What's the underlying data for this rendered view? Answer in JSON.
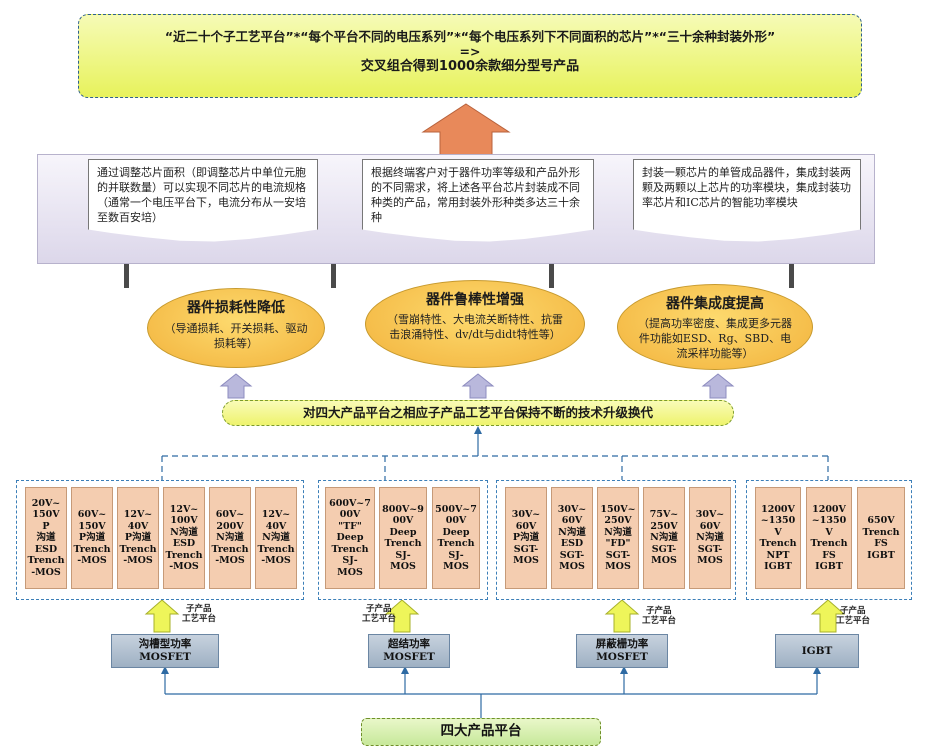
{
  "top_box": {
    "line1": "“近二十个子工艺平台”*“每个平台不同的电压系列”*“每个电压系列下不同面积的芯片”*“三十余种封装外形”",
    "line2": "=>",
    "line3": "交叉组合得到1000余款细分型号产品"
  },
  "notes": [
    {
      "text": "通过调整芯片面积（即调整芯片中单位元胞的并联数量）可以实现不同芯片的电流规格（通常一个电压平台下，电流分布从一安培至数百安培）"
    },
    {
      "text": "根据终端客户对于器件功率等级和产品外形的不同需求，将上述各平台芯片封装成不同种类的产品，常用封装外形种类多达三十余种"
    },
    {
      "text": "封装一颗芯片的单管成品器件，集成封装两颗及两颗以上芯片的功率模块，集成封装功率芯片和IC芯片的智能功率模块"
    }
  ],
  "ellipses": [
    {
      "title": "器件损耗性降低",
      "desc": "（导通损耗、开关损耗、驱动损耗等）"
    },
    {
      "title": "器件鲁棒性增强",
      "desc": "（雪崩特性、大电流关断特性、抗雷击浪涌特性、dv/dt与didt特性等）"
    },
    {
      "title": "器件集成度提高",
      "desc": "（提高功率密度、集成更多元器件功能如ESD、Rg、SBD、电流采样功能等）"
    }
  ],
  "mid_bar": "对四大产品平台之相应子产品工艺平台保持不断的技术升级换代",
  "groups": [
    {
      "cells": [
        "20V~\n150V P\n沟道\nESD\nTrench\n-MOS",
        "60V~\n150V\nP沟道\nTrench\n-MOS",
        "12V~\n40V\nP沟道\nTrench\n-MOS",
        "12V~\n100V\nN沟道\nESD\nTrench\n-MOS",
        "60V~\n200V\nN沟道\nTrench\n-MOS",
        "12V~\n40V\nN沟道\nTrench\n-MOS"
      ]
    },
    {
      "cells": [
        "600V~7\n00V\n\"TF\"\nDeep\nTrench\nSJ-\nMOS",
        "800V~9\n00V\nDeep\nTrench\nSJ-\nMOS",
        "500V~7\n00V\nDeep\nTrench\nSJ-\nMOS"
      ]
    },
    {
      "cells": [
        "30V~\n60V\nP沟道\nSGT-\nMOS",
        "30V~\n60V\nN沟道\nESD\nSGT-\nMOS",
        "150V~\n250V\nN沟道\n\"FD\"\nSGT-\nMOS",
        "75V~\n250V\nN沟道\nSGT-\nMOS",
        "30V~\n60V\nN沟道\nSGT-\nMOS"
      ]
    },
    {
      "cells": [
        "1200V\n~1350\nV\nTrench\nNPT\nIGBT",
        "1200V\n~1350\nV\nTrench\nFS\nIGBT",
        "650V\nTrench\nFS\nIGBT"
      ]
    }
  ],
  "sub_platform_label": {
    "line1": "子产品",
    "line2": "工艺平台"
  },
  "platforms": [
    {
      "line1": "沟槽型功率",
      "line2": "MOSFET"
    },
    {
      "line1": "超结功率",
      "line2": "MOSFET"
    },
    {
      "line1": "屏蔽栅功率",
      "line2": "MOSFET"
    },
    {
      "line1": "IGBT",
      "line2": ""
    }
  ],
  "bottom": "四大产品平台",
  "colors": {
    "group_border": "#3c7fb8",
    "cell_fill": "#f4cdb0",
    "ellipse_fill": "#f6c04f",
    "top_fill": "#eef36d",
    "arrow_orange": "#e8895a",
    "arrow_yellow": "#eef55a",
    "arrow_lavender": "#b9b8dc"
  }
}
